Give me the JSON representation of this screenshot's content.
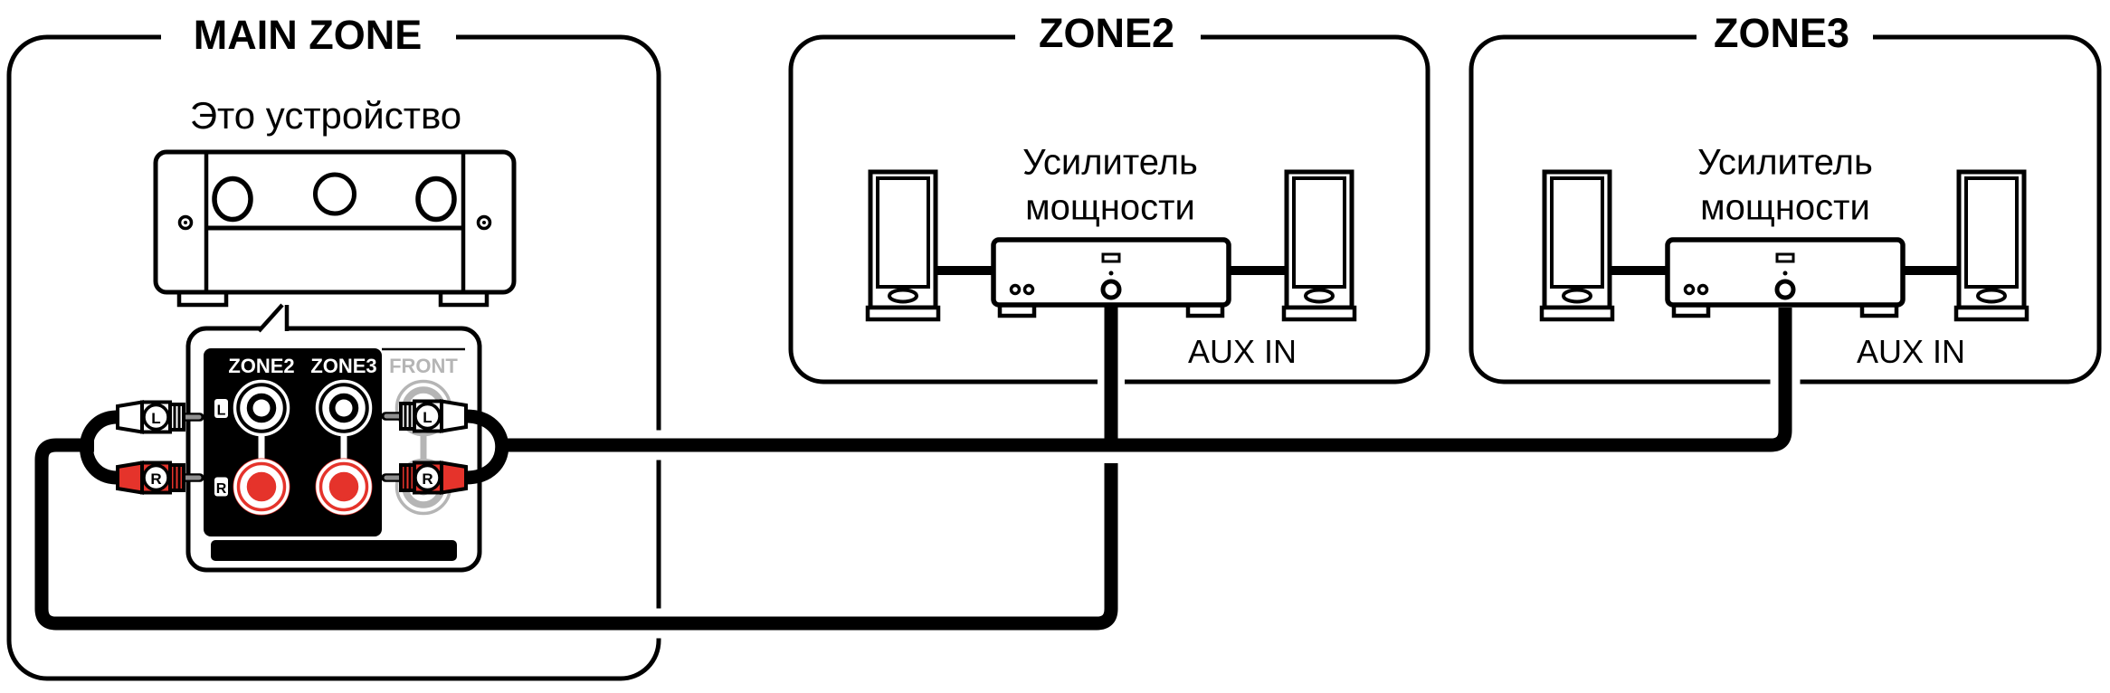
{
  "titles": {
    "main_zone": "MAIN ZONE",
    "zone2": "ZONE2",
    "zone3": "ZONE3"
  },
  "labels": {
    "device": "Это устройство",
    "amp_line1": "Усилитель",
    "amp_line2": "мощности",
    "aux_in": "AUX IN",
    "panel_zone2": "ZONE2",
    "panel_zone3": "ZONE3",
    "panel_front": "FRONT",
    "marker_l": "L",
    "marker_r": "R",
    "plug_l": "L",
    "plug_r": "R"
  },
  "colors": {
    "line": "#000000",
    "rca_red": "#e5332b",
    "front_grey": "#b5b5b5",
    "pin_grey": "#909090",
    "background": "#ffffff"
  }
}
